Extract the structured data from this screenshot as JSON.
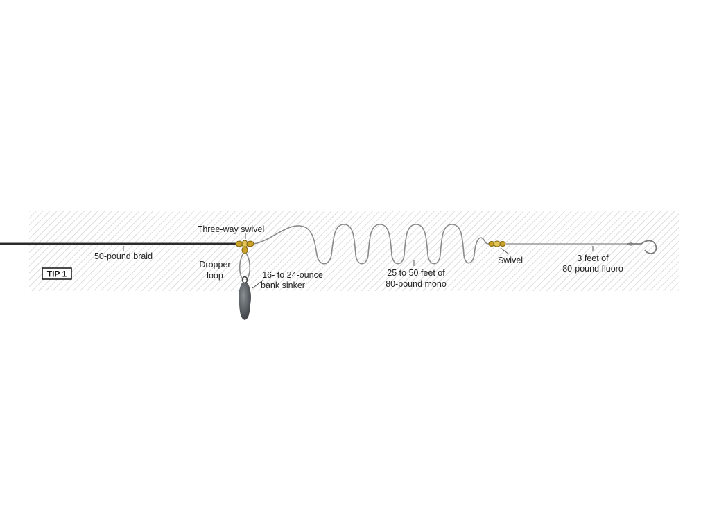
{
  "tip_badge": "TIP 1",
  "labels": {
    "braid": "50-pound braid",
    "three_way": "Three-way swivel",
    "dropper_1": "Dropper",
    "dropper_2": "loop",
    "sinker_1": "16- to 24-ounce",
    "sinker_2": "bank sinker",
    "mono_1": "25 to 50 feet of",
    "mono_2": "80-pound mono",
    "swivel": "Swivel",
    "fluoro_1": "3 feet of",
    "fluoro_2": "80-pound fluoro"
  },
  "colors": {
    "band_stripe": "#d9d9d9",
    "braid": "#2b2b2b",
    "mono": "#8a8a8a",
    "sinker": "#555a5e",
    "brass": "#c9a227"
  }
}
